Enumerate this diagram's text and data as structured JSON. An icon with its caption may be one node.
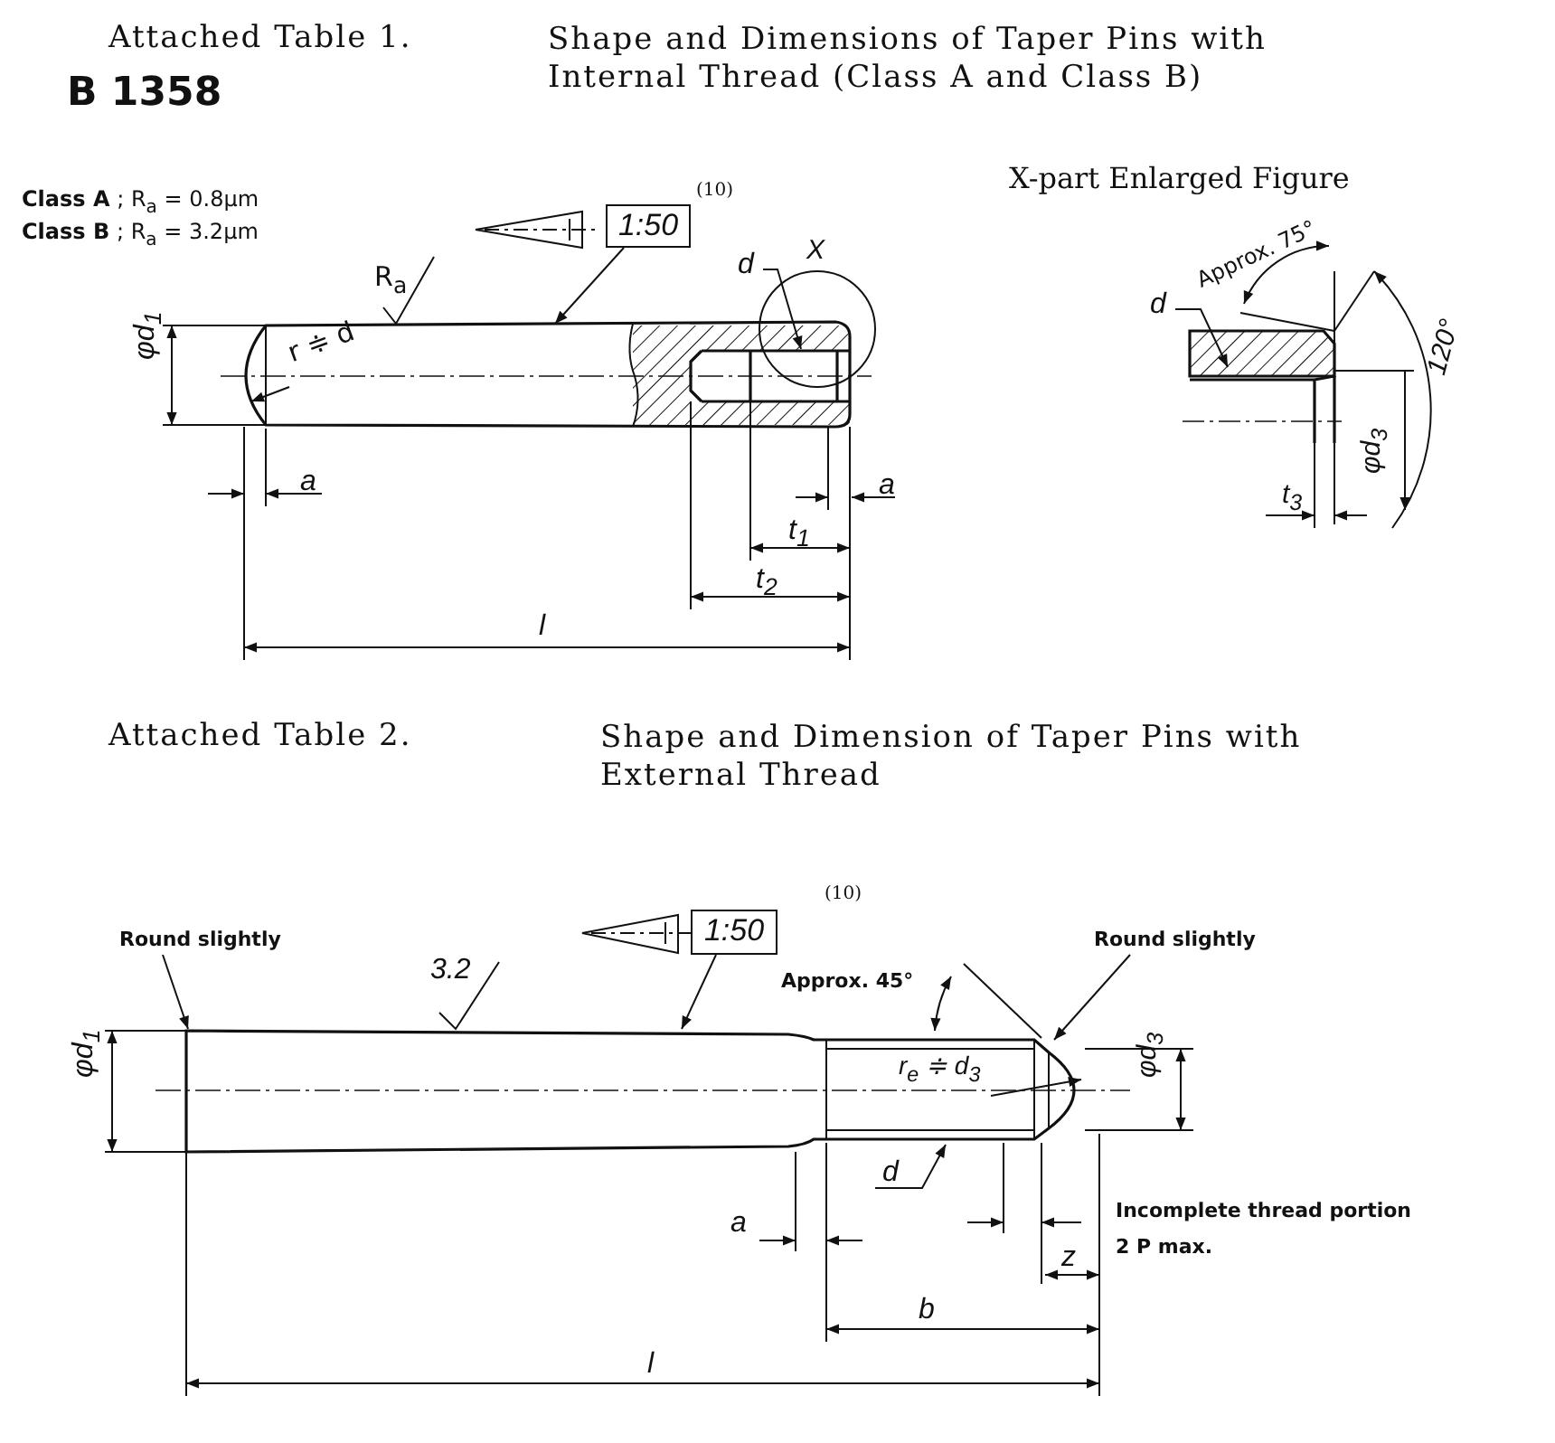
{
  "diagram": {
    "nodes": [
      {
        "text": [
          "1:50"
        ],
        "beside": [
          "(10)"
        ]
      },
      {
        "text": [],
        "shape": "picture"
      },
      {
        "text": [
          "d"
        ]
      },
      {
        "text": [
          "d"
        ]
      },
      {
        "text": [],
        "shape": "picture"
      },
      {
        "text": [
          "Round slightly"
        ]
      },
      {
        "text": [
          "1:50"
        ],
        "beside": [
          "(10)"
        ]
      },
      {
        "text": [],
        "shape": "picture"
      },
      {
        "text": [
          "Round slightly"
        ]
      },
      {
        "text": [
          "d"
        ]
      }
    ],
    "edges": [
      {
        "from": 0,
        "to": 1,
        "arrow": "to"
      },
      {
        "from": 2,
        "to": 1,
        "arrow": "to"
      },
      {
        "from": 3,
        "to": 4,
        "arrow": "to"
      },
      {
        "from": 5,
        "to": 7,
        "arrow": "to"
      },
      {
        "from": 6,
        "to": 7,
        "arrow": "to"
      },
      {
        "from": 8,
        "to": 7,
        "arrow": "to"
      },
      {
        "from": 9,
        "to": 7,
        "arrow": "to"
      }
    ],
    "labels": [
      "Attached Table 1.",
      "Shape and Dimensions of Taper Pins with Internal Thread (Class A and Class B)",
      "B 1358",
      "**Class A** ; R$_{a}$ = 0.8μm",
      "**Class B** ; R$_{a}$ = 3.2μm",
      "X-part Enlarged Figure",
      "R$_{a}$",
      "r ≑ d",
      "φd$_{1}$",
      "X",
      "a",
      "a",
      "t$_{1}$",
      "t$_{2}$",
      "l",
      "Approx. 75°",
      "120°",
      "φd$_{3}$",
      "t$_{3}$",
      "Attached Table 2.",
      "Shape and Dimension of Taper Pins with External Thread",
      "3.2",
      "Approx. 45°",
      "r$_{e}$ ≑ d$_{3}$",
      "φd$_{1}$",
      "φd$_{3}$",
      "a",
      "Incomplete thread portion",
      "2 P max.",
      "z",
      "b",
      "l"
    ]
  }
}
